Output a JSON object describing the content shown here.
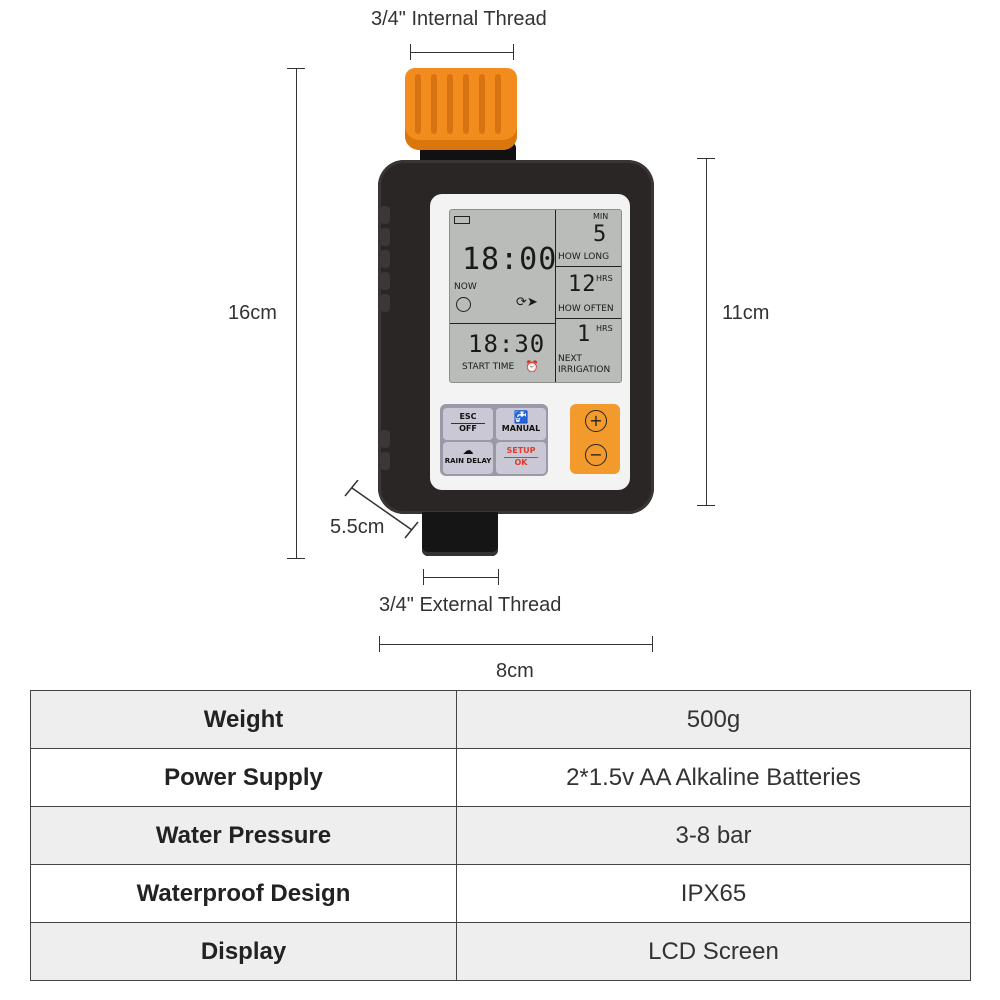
{
  "dimensions": {
    "internal_thread": "3/4\" Internal Thread",
    "external_thread": "3/4\" External Thread",
    "height": "16cm",
    "screen_height": "11cm",
    "depth": "5.5cm",
    "width": "8cm"
  },
  "device": {
    "lcd": {
      "clock": "18:00",
      "now_label": "NOW",
      "start_time": "18:30",
      "start_time_label": "START TIME",
      "min_label": "MIN",
      "how_long_value": "5",
      "how_long_label": "HOW LONG",
      "hrs_label_1": "HRS",
      "how_often_value": "12",
      "how_often_label": "HOW OFTEN",
      "hrs_label_2": "HRS",
      "next_value": "1",
      "next_label_1": "NEXT",
      "next_label_2": "IRRIGATION"
    },
    "buttons": {
      "esc": "ESC",
      "off": "OFF",
      "manual": "MANUAL",
      "rain_delay": "RAIN DELAY",
      "setup": "SETUP",
      "ok": "OK",
      "plus": "+",
      "minus": "−"
    }
  },
  "specs": [
    {
      "label": "Weight",
      "value": "500g"
    },
    {
      "label": "Power Supply",
      "value": "2*1.5v AA Alkaline Batteries"
    },
    {
      "label": "Water Pressure",
      "value": "3-8 bar"
    },
    {
      "label": "Waterproof Design",
      "value": "IPX65"
    },
    {
      "label": "Display",
      "value": "LCD Screen"
    }
  ]
}
